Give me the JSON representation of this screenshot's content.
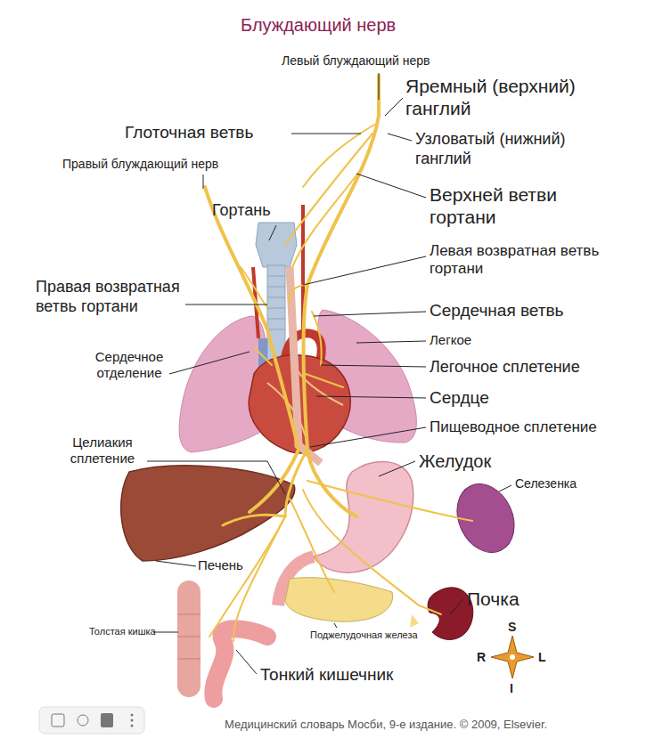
{
  "diagram": {
    "title": "Блуждающий нерв",
    "caption": "Медицинский словарь Мосби, 9-е издание. © 2009, Elsevier.",
    "labels": [
      "Левый блуждающий нерв",
      "Яремный (верхний) ганглий",
      "Глоточная ветвь",
      "Узловатый (нижний) ганглий",
      "Правый блуждающий нерв",
      "Верхней ветви гортани",
      "Гортань",
      "Левая возвратная ветвь гортани",
      "Правая возвратная ветвь гортани",
      "Сердечная ветвь",
      "Легкое",
      "Сердечное отделение",
      "Легочное сплетение",
      "Сердце",
      "Пищеводное сплетение",
      "Целиакия сплетение",
      "Желудок",
      "Селезенка",
      "Печень",
      "Почка",
      "Толстая кишка",
      "Поджелудочная железа",
      "Тонкий кишечник",
      "S",
      "R",
      "L",
      "I"
    ]
  }
}
